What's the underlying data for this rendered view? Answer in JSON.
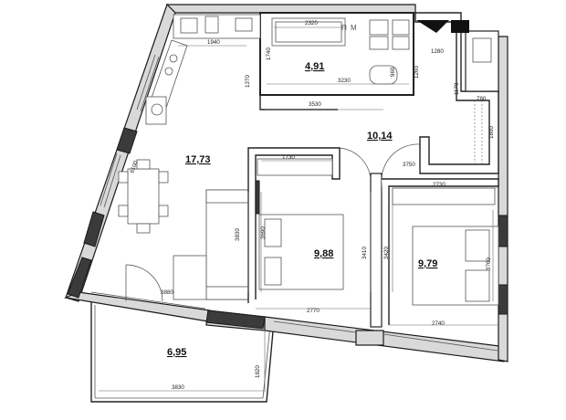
{
  "plan": {
    "rooms": [
      {
        "id": "bathroom",
        "area": "4,91"
      },
      {
        "id": "hall",
        "area": "10,14"
      },
      {
        "id": "kitchen-living",
        "area": "17,73"
      },
      {
        "id": "bedroom-1",
        "area": "9,88"
      },
      {
        "id": "bedroom-2",
        "area": "9,79"
      },
      {
        "id": "balcony",
        "area": "6,95"
      }
    ],
    "dimensions": {
      "d2320": "2320",
      "d1940": "1940",
      "d1740": "1740",
      "d1370": "1370",
      "d3230": "3230",
      "d960": "960",
      "d1260": "1260",
      "d1280": "1280",
      "d1170": "1170",
      "d780": "780",
      "d3530": "3530",
      "d1800": "1800",
      "d1730": "1730",
      "d3750": "3750",
      "d6100": "6100",
      "d2730": "2730",
      "d3830a": "3830",
      "d3690": "3690",
      "d3410": "3410",
      "d3420": "3420",
      "d3760": "3760",
      "d3880": "3880",
      "d2770": "2770",
      "d2740": "2740",
      "d1820": "1820",
      "d3830b": "3830"
    },
    "labels": {
      "pm": "П М"
    }
  }
}
